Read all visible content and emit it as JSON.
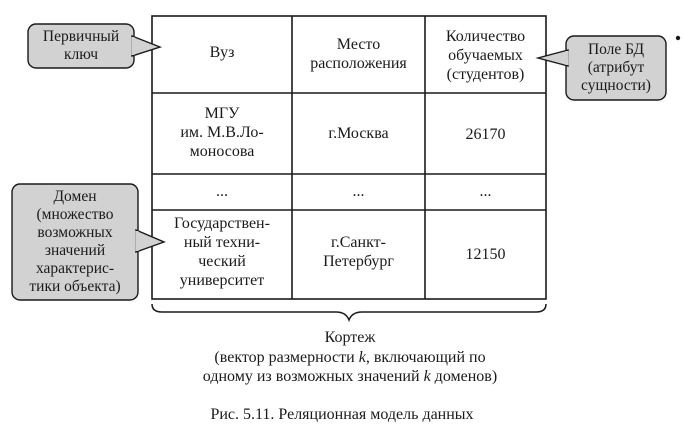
{
  "table": {
    "headers": [
      "Вуз",
      "Место\nрасположения",
      "Количество\nобучаемых\n(студентов)"
    ],
    "rows": [
      [
        "МГУ\nим. М.В.Ло-\nмоносова",
        "г.Москва",
        "26170"
      ],
      [
        "...",
        "...",
        "..."
      ],
      [
        "Государствен-\nный техни-\nческий\nуниверситет",
        "г.Санкт-\nПетербург",
        "12150"
      ]
    ]
  },
  "callouts": {
    "primary_key": "Первичный\nключ",
    "db_field": "Поле БД\n(атрибут\nсущности)",
    "domain": "Домен\n(множество\nвозможных\nзначений\nхарактерис-\nтики объекта)"
  },
  "tuple": {
    "title": "Кортеж",
    "description": "(вектор размерности k, включающий по\nодному из возможных значений k доменов)"
  },
  "caption": "Рис. 5.11. Реляционная модель данных",
  "colors": {
    "callout_fill": "#d2d2d2",
    "line": "#1a1a1a"
  }
}
